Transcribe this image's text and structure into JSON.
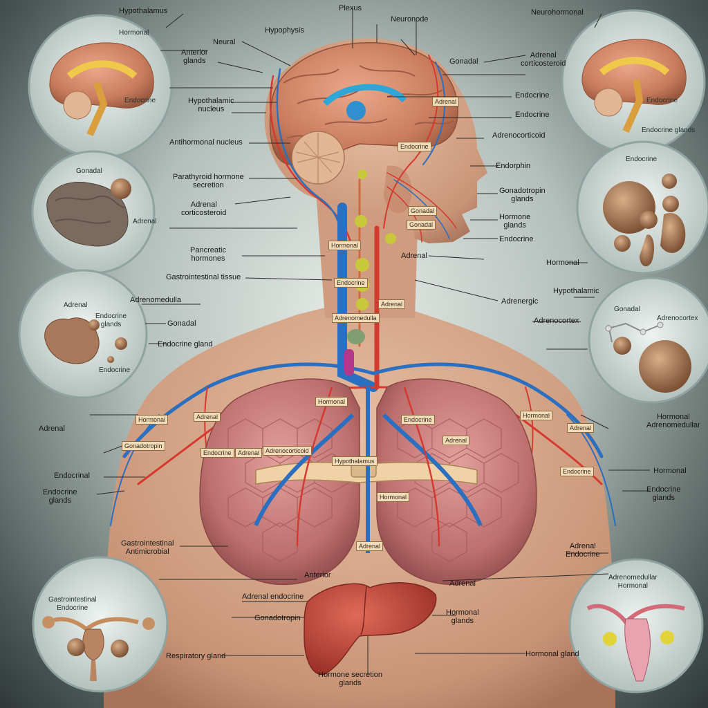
{
  "labels": {
    "top_left_brain": "Hypothalamus",
    "top_center_1": "Plexus",
    "top_center_2": "Neuronode",
    "top_right_brain": "Neurohormonal",
    "l_a1": "Hypophysis",
    "l_a2": "Neural",
    "l_a3": "Anterior\nglands",
    "l_a4": "Hypothalamic\nnucleus",
    "l_a5": "Antihormonal nucleus",
    "l_a6": "Parathyroid hormone\nsecretion",
    "l_a7": "Adrenal\ncorticosteroid",
    "l_a8": "Pancreatic\nhormones",
    "l_a9": "Gastrointestinal tissue",
    "l_b1": "Adrenomedulla",
    "l_b2": "Gonadal",
    "l_b3": "Endocrine gland",
    "l_b4": "Adrenal",
    "l_b5": "Endocrinal",
    "l_b6": "Endocrine\nglands",
    "l_b7": "Gastrointestinal\nAntimicrobial",
    "l_b8": "Anterior",
    "l_b9": "Adrenal endocrine",
    "l_b10": "Gonadotropin",
    "l_b11": "Respiratory gland",
    "l_b12": "Hormone secretion\nglands",
    "r_a1": "Gonadal",
    "r_a2": "Adrenal\ncorticosteroid",
    "r_a3": "Endocrine",
    "r_a4": "Endocrine",
    "r_a5": "Adrenocorticoid",
    "r_a6": "Endorphin",
    "r_a7": "Gonadotropin\nglands",
    "r_a8": "Hormone\nglands",
    "r_a9": "Endocrine",
    "r_a10": "Adrenal",
    "r_a11": "Adrenergic",
    "r_b1": "Hormonal",
    "r_b2": "Hypothalamic",
    "r_b3": "Adrenocortex",
    "r_b4": "Hormonal\nAdrenomedullar",
    "r_b5": "Hormonal",
    "r_b6": "Endocrine\nglands",
    "r_b7": "Adrenal\nEndocrine",
    "r_b8": "Adrenal",
    "r_b9": "Hormonal\nglands",
    "r_b10": "Hormonal gland",
    "inset_l2": "Gonadal",
    "inset_l2b": "Adrenal",
    "inset_l3a": "Adrenal",
    "inset_l3b": "Endocrine\nglands",
    "inset_l3c": "Endocrine",
    "inset_l4": "Gastrointestinal\nEndocrine",
    "inset_r2": "Endocrine",
    "inset_r3a": "Gonadal",
    "inset_r3b": "Adrenocortex",
    "inset_r4": "Adrenomedullar\nHormonal",
    "inset_r1": "Endocrine",
    "inset_r1b": "Endocrine glands",
    "inset_l1": "Hormonal",
    "inset_l1b": "Endocrine"
  },
  "tags": {
    "t1": "Hormonal",
    "t2": "Endocrine",
    "t3": "Adrenal",
    "t4": "Adrenomedulla",
    "t5": "Endocrine",
    "t6": "Adrenal",
    "t7": "Gonadal",
    "t8": "Hormonal",
    "t9": "Adrenal",
    "t10": "Gonadotropin",
    "t11": "Endocrine",
    "t12": "Hormonal",
    "t13": "Adrenal",
    "t14": "Adrenocorticoid",
    "t15": "Hormonal",
    "t16": "Adrenal",
    "t17": "Endocrine",
    "t18": "Hypothalamus",
    "t19": "Adrenal",
    "t20": "Gonadal",
    "t21": "Endocrine",
    "t22": "Adrenal",
    "t23": "Hormonal"
  },
  "colors": {
    "skin": "#d9a98a",
    "skin_shadow": "#b77e63",
    "brain": "#d98a67",
    "lung": "#c97a78",
    "liver": "#c04a3c",
    "artery": "#d43a2f",
    "vein": "#2a6fc0",
    "inset_bg": "#dfe7e3",
    "inset_border": "#8fa3a0"
  }
}
